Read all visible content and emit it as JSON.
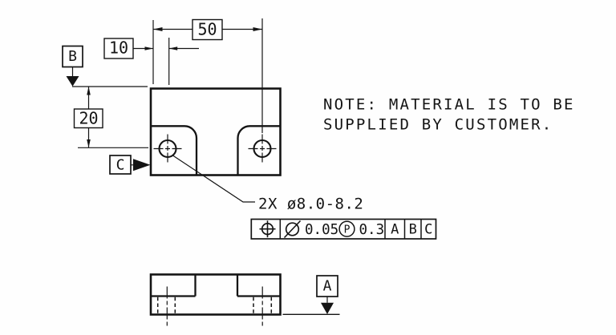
{
  "drawing": {
    "note": {
      "line1": "NOTE: MATERIAL IS TO BE",
      "line2": "SUPPLIED BY CUSTOMER."
    },
    "callout": {
      "text": "2X ø8.0-8.2"
    },
    "dimensions": {
      "hole_spacing": "50",
      "edge_to_hole": "10",
      "datum_b_to_holes": "20"
    },
    "datums": {
      "a": "A",
      "b": "B",
      "c": "C"
    },
    "fcf": {
      "characteristic": "position",
      "tolerance_value": "0.05",
      "modifier_letter": "P",
      "projection_value": "0.3",
      "datum_refs": [
        "A",
        "B",
        "C"
      ]
    },
    "colors": {
      "line": "#141414",
      "background": "#ffffff"
    }
  }
}
